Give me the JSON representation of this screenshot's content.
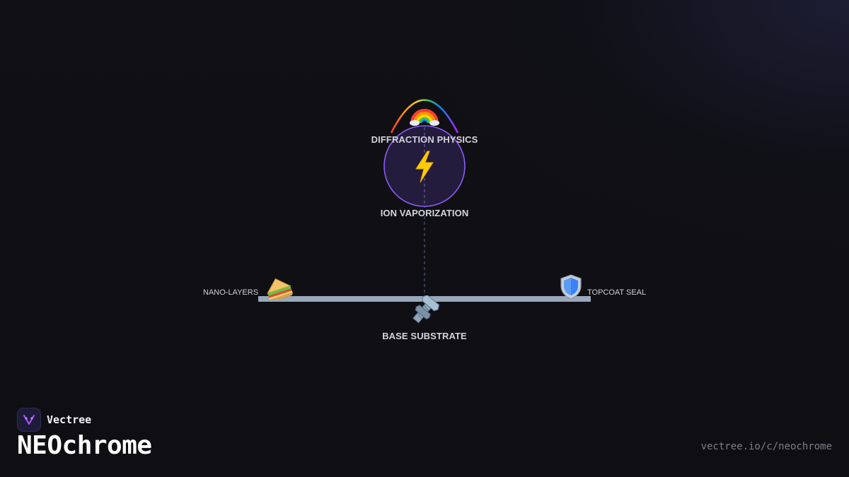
{
  "diagram": {
    "top_label": "DIFFRACTION PHYSICS",
    "center_label": "ION VAPORIZATION",
    "left_label": "NANO-LAYERS",
    "right_label": "TOPCOAT SEAL",
    "bottom_label": "BASE SUBSTRATE",
    "icons": {
      "top": "rainbow-icon",
      "center": "lightning-icon",
      "left": "sandwich-icon",
      "right": "shield-icon",
      "bottom": "nut-and-bolt-icon"
    },
    "colors": {
      "core_fill": "#2a1f45",
      "core_stroke": "#8b5cf6",
      "beam": "#9aa8bb",
      "dashed_axis": "#4a5570"
    }
  },
  "branding": {
    "company": "Vectree",
    "product": "NEOchrome",
    "url": "vectree.io/c/neochrome"
  }
}
